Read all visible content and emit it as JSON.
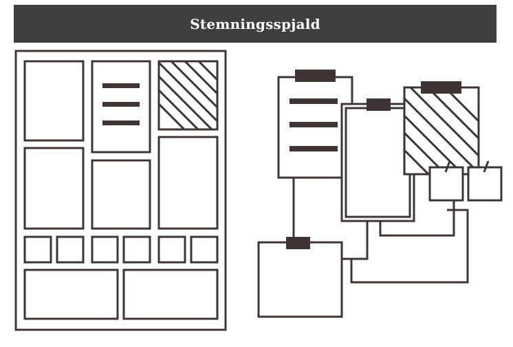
{
  "header": {
    "title": "Stemningsspjald"
  },
  "colors": {
    "banner": "#3f3e3d",
    "stroke": "#3d3433",
    "banner_text": "#ffffff"
  },
  "illustrations": {
    "left": "moodboard-grid-layout",
    "right": "connected-clipboards-and-notes"
  }
}
